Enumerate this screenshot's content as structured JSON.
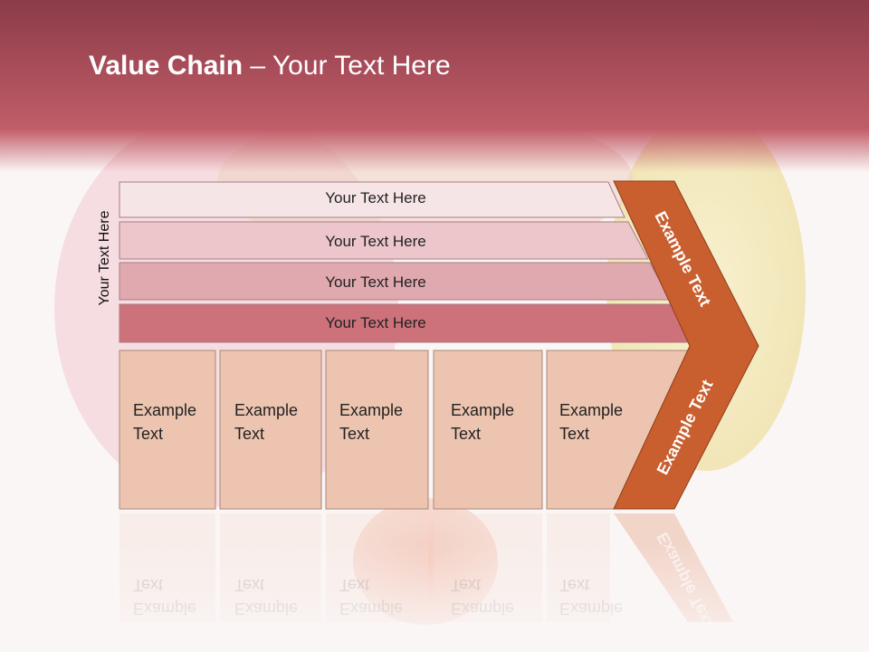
{
  "title": {
    "bold": "Value Chain",
    "rest": " – Your Text Here"
  },
  "side_label": "Your Text Here",
  "rows": [
    {
      "label": "Your Text Here"
    },
    {
      "label": "Your Text Here"
    },
    {
      "label": "Your Text Here"
    },
    {
      "label": "Your Text Here"
    }
  ],
  "columns": [
    {
      "line1": "Example",
      "line2": "Text"
    },
    {
      "line1": "Example",
      "line2": "Text"
    },
    {
      "line1": "Example",
      "line2": "Text"
    },
    {
      "line1": "Example",
      "line2": "Text"
    },
    {
      "line1": "Example",
      "line2": "Text"
    }
  ],
  "arrow": {
    "top_label": "Example Text",
    "bottom_label": "Example Text"
  },
  "colors": {
    "header": "#b85562",
    "arrow": "#c95e2e",
    "row_fills": [
      "#f6e5e7",
      "#ecc6cb",
      "#e0a8af",
      "#cd717b"
    ],
    "column_fill": "#ecc4b0"
  }
}
